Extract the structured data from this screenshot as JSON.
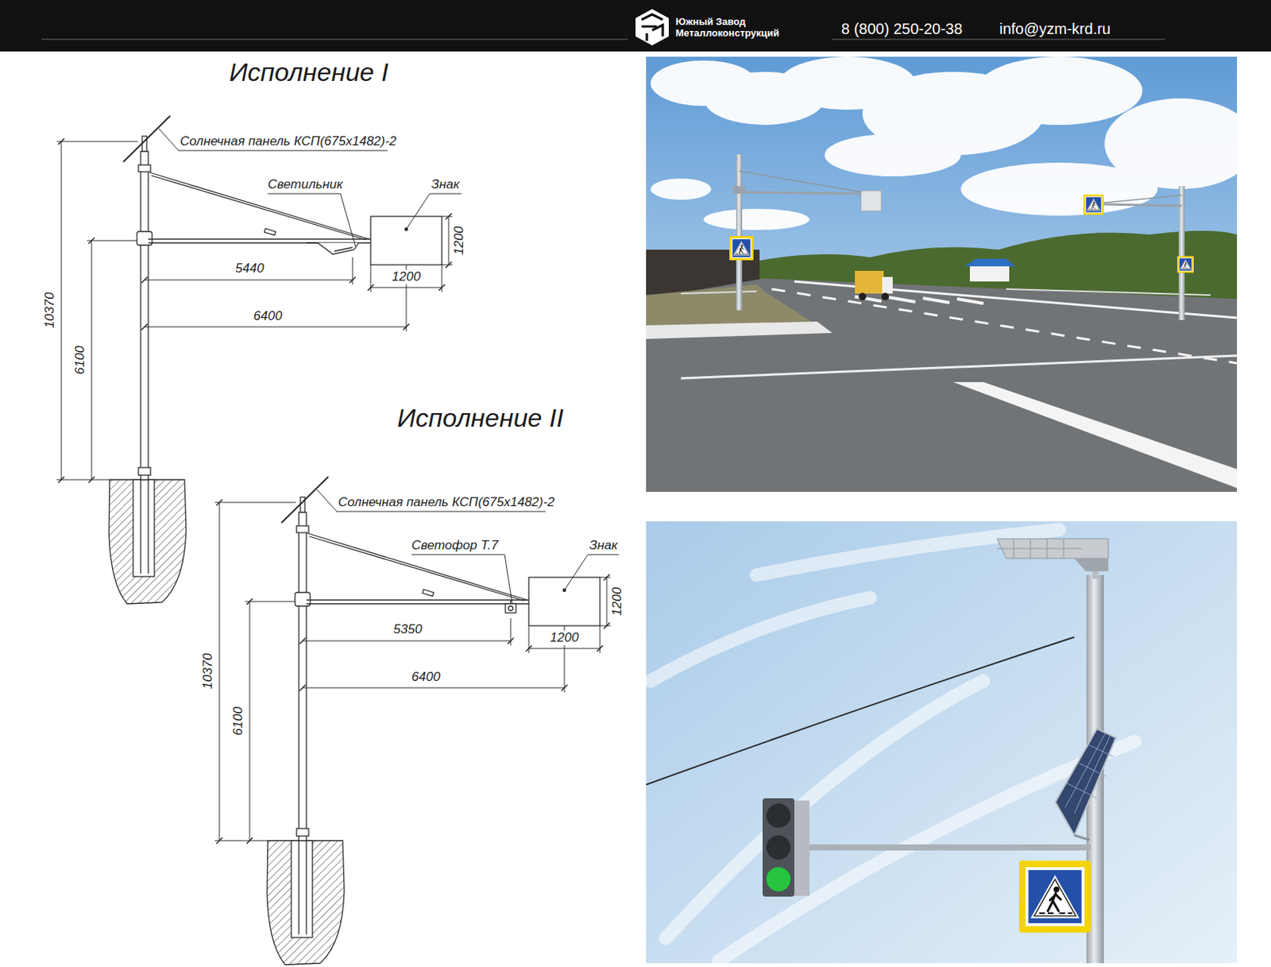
{
  "diagram": {
    "labels": [
      "Южный Завод",
      "Металлоконструкций",
      "8 (800) 250-20-38",
      "info@yzm-krd.ru",
      "Исполнение I",
      "Солнечная панель КСП(675х1482)-2",
      "Светильник",
      "Знак",
      "1200",
      "10370",
      "6100",
      "5440",
      "1200",
      "6400",
      "Исполнение II",
      "Солнечная панель КСП(675х1482)-2",
      "Светофор Т.7",
      "Знак",
      "1200",
      "10370",
      "6100",
      "5350",
      "1200",
      "6400"
    ]
  }
}
